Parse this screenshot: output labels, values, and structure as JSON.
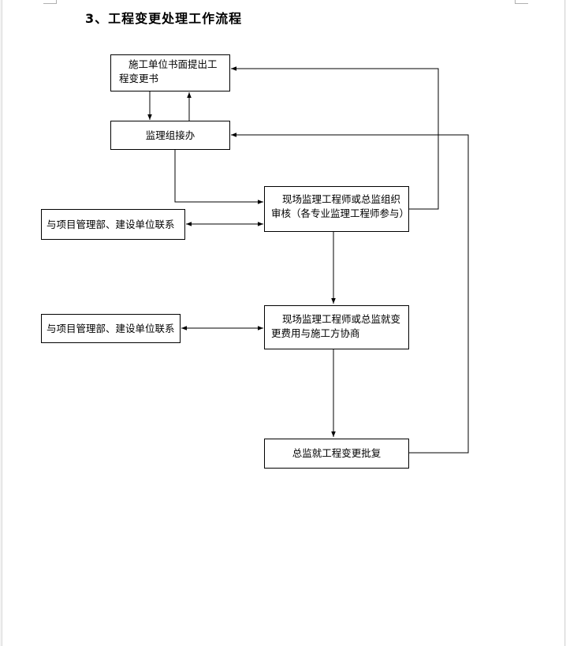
{
  "title": "3、工程变更处理工作流程",
  "nodes": {
    "contractor_request": {
      "line1": "施工单位书面提出工",
      "line2": "程变更书"
    },
    "supervision_group": {
      "text": "监理组接办"
    },
    "review": {
      "line1": "现场监理工程师或总监组织",
      "line2": "审核（各专业监理工程师参与）"
    },
    "contact_1": {
      "text": "与项目管理部、建设单位联系"
    },
    "negotiate": {
      "line1": "现场监理工程师或总监就变",
      "line2": "更费用与施工方协商"
    },
    "contact_2": {
      "text": "与项目管理部、建设单位联系"
    },
    "approval": {
      "text": "总监就工程变更批复"
    }
  }
}
